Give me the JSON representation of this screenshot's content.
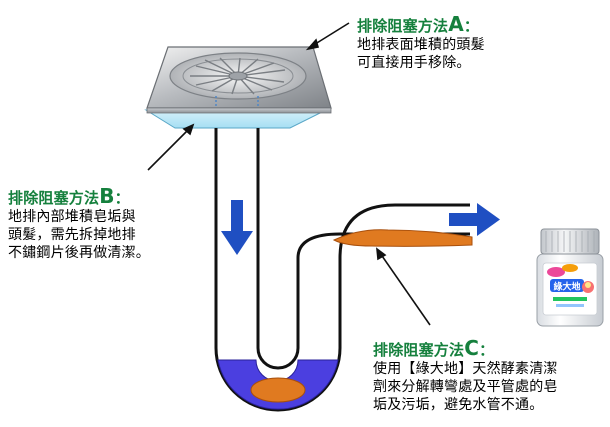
{
  "callouts": {
    "a": {
      "title": "排除阻塞方法",
      "letter": "A",
      "suffix": "：",
      "lines": [
        "地排表面堆積的頭髮",
        "可直接用手移除。"
      ]
    },
    "b": {
      "title": "排除阻塞方法",
      "letter": "B",
      "suffix": "：",
      "lines": [
        "地排內部堆積皂垢與",
        "頭髮，需先拆掉地排",
        "不鏽鋼片後再做清潔。"
      ]
    },
    "c": {
      "title": "排除阻塞方法",
      "letter": "C",
      "suffix": "：",
      "lines": [
        "使用【綠大地】天然酵素清潔",
        "劑來分解轉彎處及平管處的皂",
        "垢及污垢，避免水管不通。"
      ]
    }
  },
  "colors": {
    "title_green": "#15803d",
    "arrow_blue": "#1f4fc2",
    "water_blue": "#4b3fe0",
    "clog_orange": "#e07a20",
    "pipe_outline": "#111111"
  },
  "product_label": {
    "brand": "綠大地"
  }
}
